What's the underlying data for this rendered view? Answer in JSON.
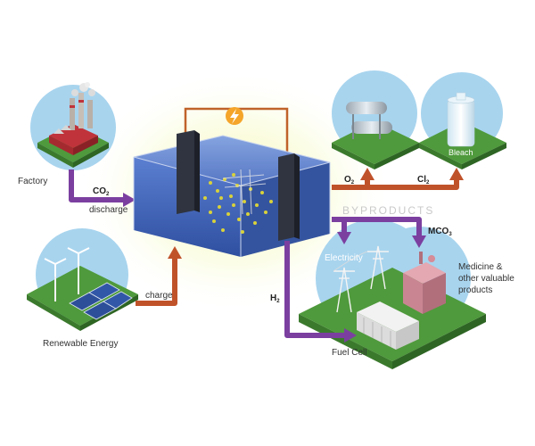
{
  "labels": {
    "factory": "Factory",
    "co2": "CO",
    "co2_sub": "2",
    "discharge": "discharge",
    "renewable": "Renewable Energy",
    "charge": "charge",
    "o2": "O",
    "o2_sub": "2",
    "cl2": "Cl",
    "cl2_sub": "2",
    "bleach": "Bleach",
    "byproducts": "BYPRODUCTS",
    "mco3": "MCO",
    "mco3_sub": "3",
    "electricity": "Electricity",
    "h2": "H",
    "h2_sub": "2",
    "medicine_line1": "Medicine &",
    "medicine_line2": "other valuable",
    "medicine_line3": "products",
    "fuel_cell": "Fuel Cell"
  },
  "colors": {
    "purple": "#7b3fa0",
    "orange": "#c0522a",
    "green": "#4f9a3c",
    "sky": "#a8d4ee",
    "water": "#3f63b8",
    "glow": "#f3f7b0"
  }
}
